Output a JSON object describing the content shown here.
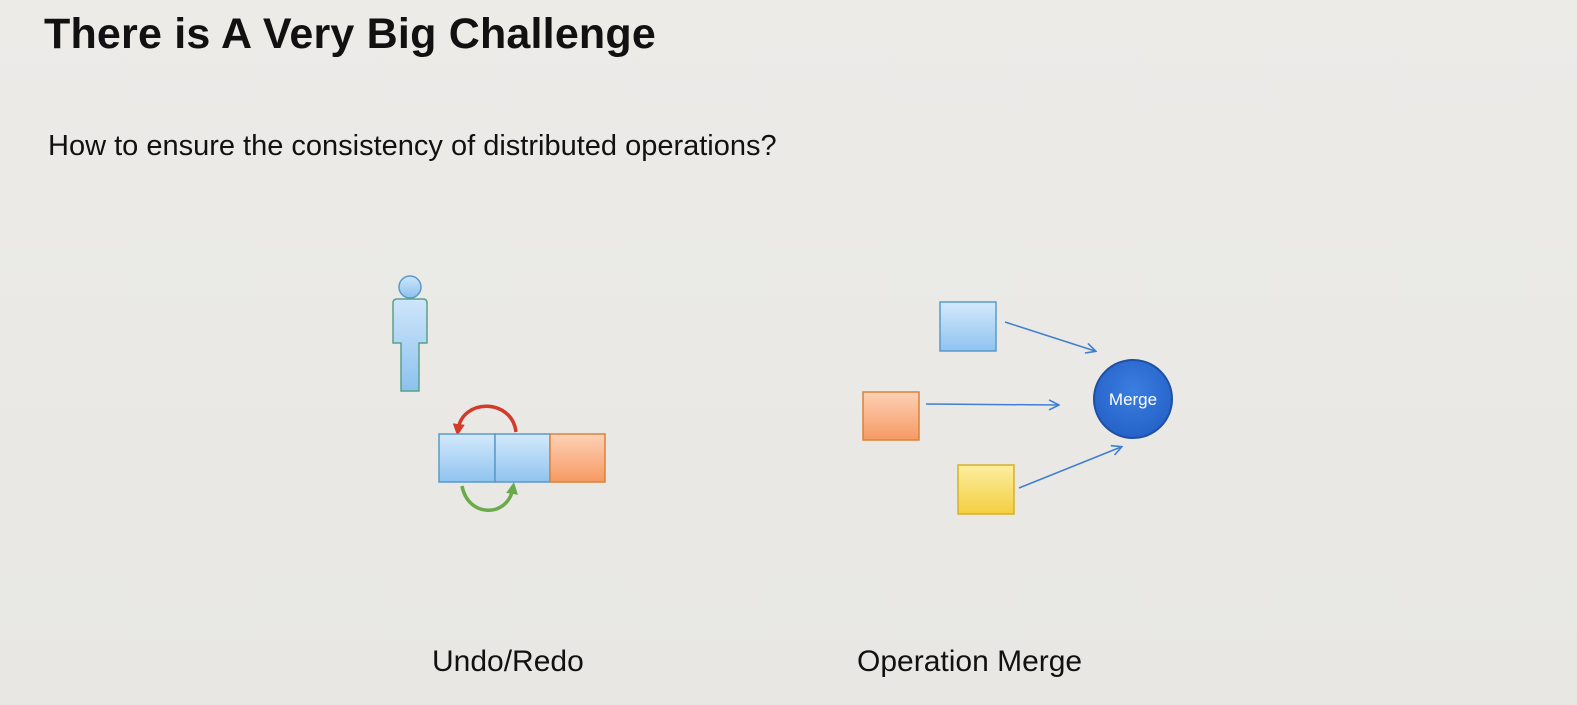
{
  "slide": {
    "title": "There is A Very Big Challenge",
    "subtitle": "How to ensure the consistency of distributed operations?"
  },
  "undo_redo": {
    "caption": "Undo/Redo",
    "person_icon": "person-icon",
    "undo_arrow_color": "#d23a2a",
    "redo_arrow_color": "#6aaa4a",
    "blocks": [
      {
        "color": "blue"
      },
      {
        "color": "blue"
      },
      {
        "color": "orange"
      }
    ]
  },
  "operation_merge": {
    "caption": "Operation Merge",
    "node_label": "Merge",
    "node_color": "#2f6fd6",
    "inputs": [
      {
        "color": "blue"
      },
      {
        "color": "orange"
      },
      {
        "color": "yellow"
      }
    ]
  },
  "colors": {
    "blue_fill_top": "#d4e9fb",
    "blue_fill_bottom": "#8fc3f0",
    "blue_stroke": "#5a9ac9",
    "orange_fill_top": "#fdd1b6",
    "orange_fill_bottom": "#f69a63",
    "orange_stroke": "#d9823a",
    "yellow_fill_top": "#fdeea0",
    "yellow_fill_bottom": "#f3cf40",
    "yellow_stroke": "#d6b02a",
    "arrow": "#3f7fd0"
  }
}
